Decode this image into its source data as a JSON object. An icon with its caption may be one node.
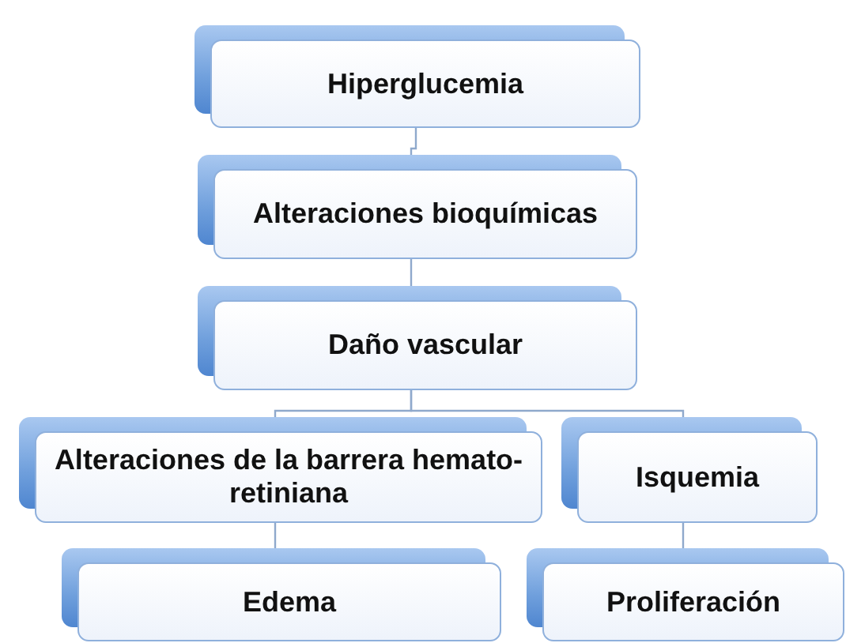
{
  "diagram": {
    "nodes": [
      {
        "text": [
          "Hiperglucemia"
        ]
      },
      {
        "text": [
          "Alteraciones bioquímicas"
        ]
      },
      {
        "text": [
          "Daño vascular"
        ]
      },
      {
        "text": [
          "Alteraciones de la barrera hemato-retiniana"
        ]
      },
      {
        "text": [
          "Isquemia"
        ]
      },
      {
        "text": [
          "Edema"
        ]
      },
      {
        "text": [
          "Proliferación"
        ]
      }
    ],
    "edges": [
      {
        "from": 0,
        "to": 1,
        "arrow": "none"
      },
      {
        "from": 1,
        "to": 2,
        "arrow": "none"
      },
      {
        "from": 2,
        "to": 3,
        "arrow": "none"
      },
      {
        "from": 2,
        "to": 4,
        "arrow": "none"
      },
      {
        "from": 3,
        "to": 5,
        "arrow": "none"
      },
      {
        "from": 4,
        "to": 6,
        "arrow": "none"
      }
    ]
  }
}
